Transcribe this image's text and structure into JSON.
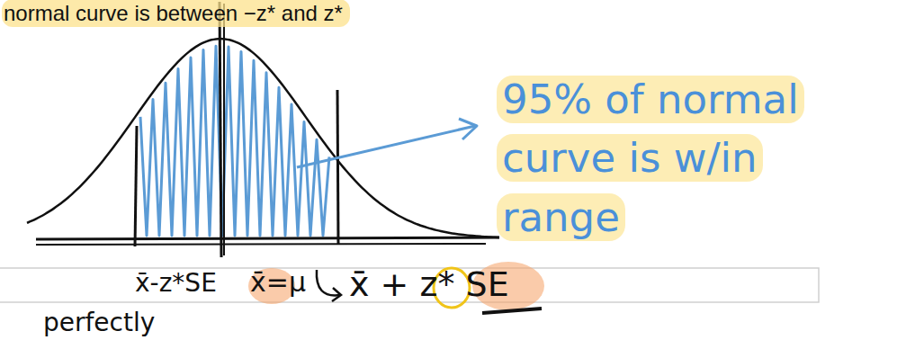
{
  "diagram": {
    "labels": [
      "normal curve is between −z* and z*",
      "95% of normal curve is w/in range",
      "x̄-z*SE",
      "x̄=μ",
      "x̄ + z* SE",
      "perfectly"
    ]
  }
}
